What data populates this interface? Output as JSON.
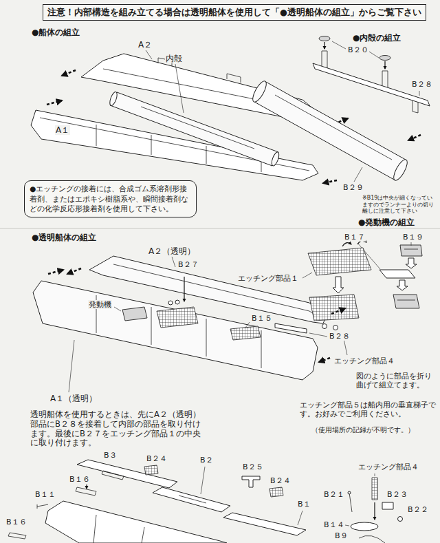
{
  "diagram": {
    "nodes": [
      {
        "text": [
          "注意！内部構造を組み立てる場合は透明船体を使用して「●透明船体の組立」からご覧下さい"
        ]
      },
      {
        "text": [
          "●エッチングの接着には、合成ゴム系溶剤形接着剤、またはエポキシ樹脂系や、瞬間接着剤などの化学反応形接着剤を使用して下さい。"
        ]
      }
    ],
    "labels": [
      "●船体の組立",
      "A２",
      "内殻",
      "A１",
      "●内殻の組立",
      "B２０",
      "B２８",
      "B２９",
      "※B19は中央が細くなっていますのでランナーよりの切り離しに注意して下さい",
      "●発動機の組立",
      "B１７",
      "B１９",
      "●透明船体の組立",
      "A２（透明）",
      "B２７",
      "エッチング部品１",
      "発動機",
      "B１５",
      "B２８",
      "エッチング部品４",
      "図のように部品を折り曲げて組立てます。",
      "A１（透明）",
      "透明船体を使用するときは、先にA２（透明）部品にB２８を接着して内部の部品を取り付けます。最後にB２７をエッチング部品１の中央に取り付けます。",
      "エッチング部品５は船内用の垂直梯子です。お好みでご利用ください。",
      "（使用場所の記録が不明です。）",
      "B３",
      "B２４",
      "B２",
      "B２５",
      "B２４",
      "B１６",
      "B１１",
      "B１６",
      "B１",
      "エッチング部品４",
      "B２１",
      "B２３",
      "B２２",
      "B１４",
      "B９"
    ]
  }
}
